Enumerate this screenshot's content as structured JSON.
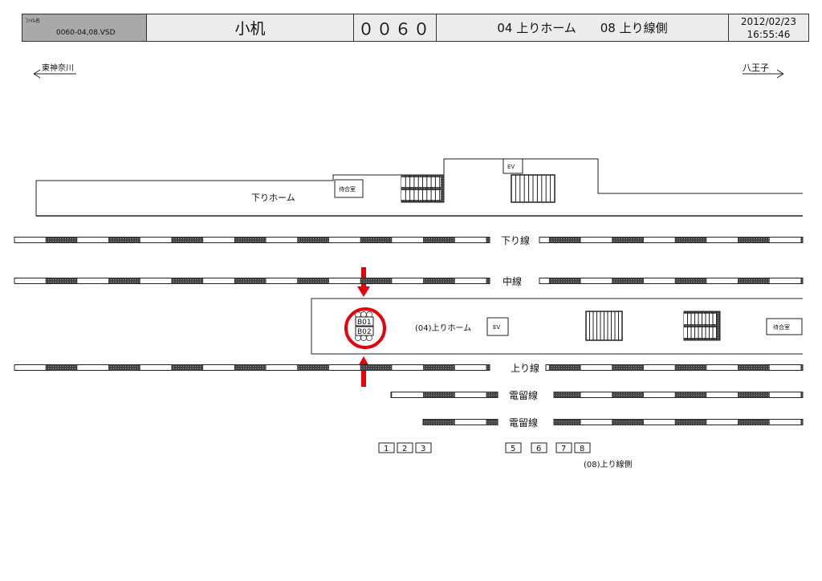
{
  "header": {
    "file_label": "ﾌｧｲﾙ名",
    "file_name": "0060-04,08.VSD",
    "station": "小机",
    "code": "００６０",
    "platform": "04 上りホーム　　08 上り線側",
    "date": "2012/02/23",
    "time": "16:55:46"
  },
  "directions": {
    "left": "東神奈川",
    "right": "八王子"
  },
  "upper_platform": {
    "label": "下りホーム",
    "waiting_room": "待合室",
    "ev": "EV"
  },
  "tracks": [
    {
      "label": "下り線"
    },
    {
      "label": "中線"
    },
    {
      "label": "上り線"
    },
    {
      "label": "電留線"
    },
    {
      "label": "電留線"
    }
  ],
  "lower_platform": {
    "label": "(04)上りホーム",
    "ev": "EV",
    "waiting_room": "待合室",
    "marker_top": "B01",
    "marker_bottom": "B02"
  },
  "cars": {
    "left": [
      "1",
      "2",
      "3"
    ],
    "right": [
      "5",
      "6",
      "7",
      "8"
    ],
    "side_label": "(08)上り線側"
  },
  "colors": {
    "highlight": "#e8000b",
    "header_gray": "#a9a9a9",
    "header_light": "#ececec"
  }
}
